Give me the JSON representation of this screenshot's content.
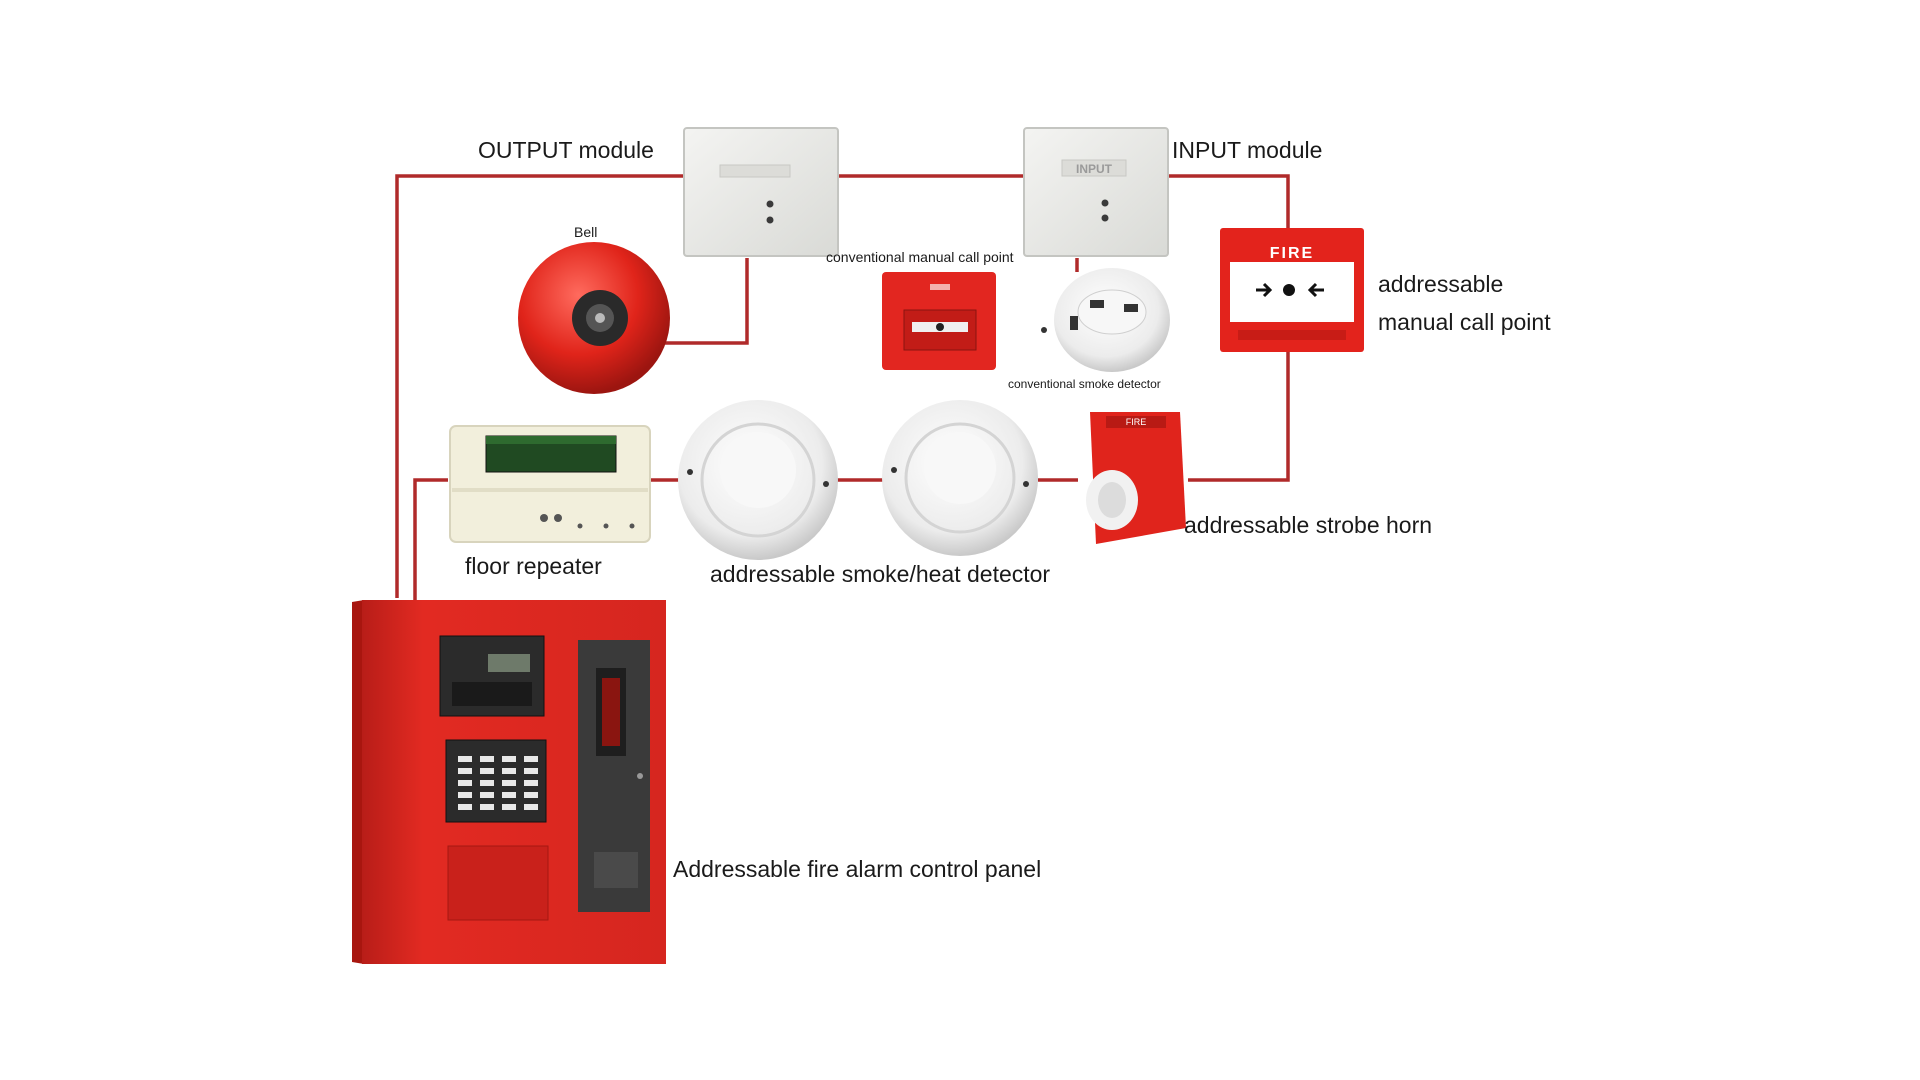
{
  "labels": {
    "output_module": "OUTPUT module",
    "input_module": "INPUT module",
    "bell": "Bell",
    "conv_call_point": "conventional manual call point",
    "conv_smoke": "conventional smoke detector",
    "addr_call_point_line1": "addressable",
    "addr_call_point_line2": "manual call point",
    "floor_repeater": "floor repeater",
    "addr_smoke_heat": "addressable smoke/heat detector",
    "strobe_horn": "addressable strobe horn",
    "control_panel": "Addressable fire alarm control panel"
  },
  "device_text": {
    "input_box": "INPUT",
    "call_point_fire": "FIRE",
    "strobe_fire": "FIRE"
  },
  "colors": {
    "wire": "#b02a2a",
    "device_red": "#e02424",
    "device_white": "#eeeeea",
    "panel_red": "#dd2b24"
  }
}
